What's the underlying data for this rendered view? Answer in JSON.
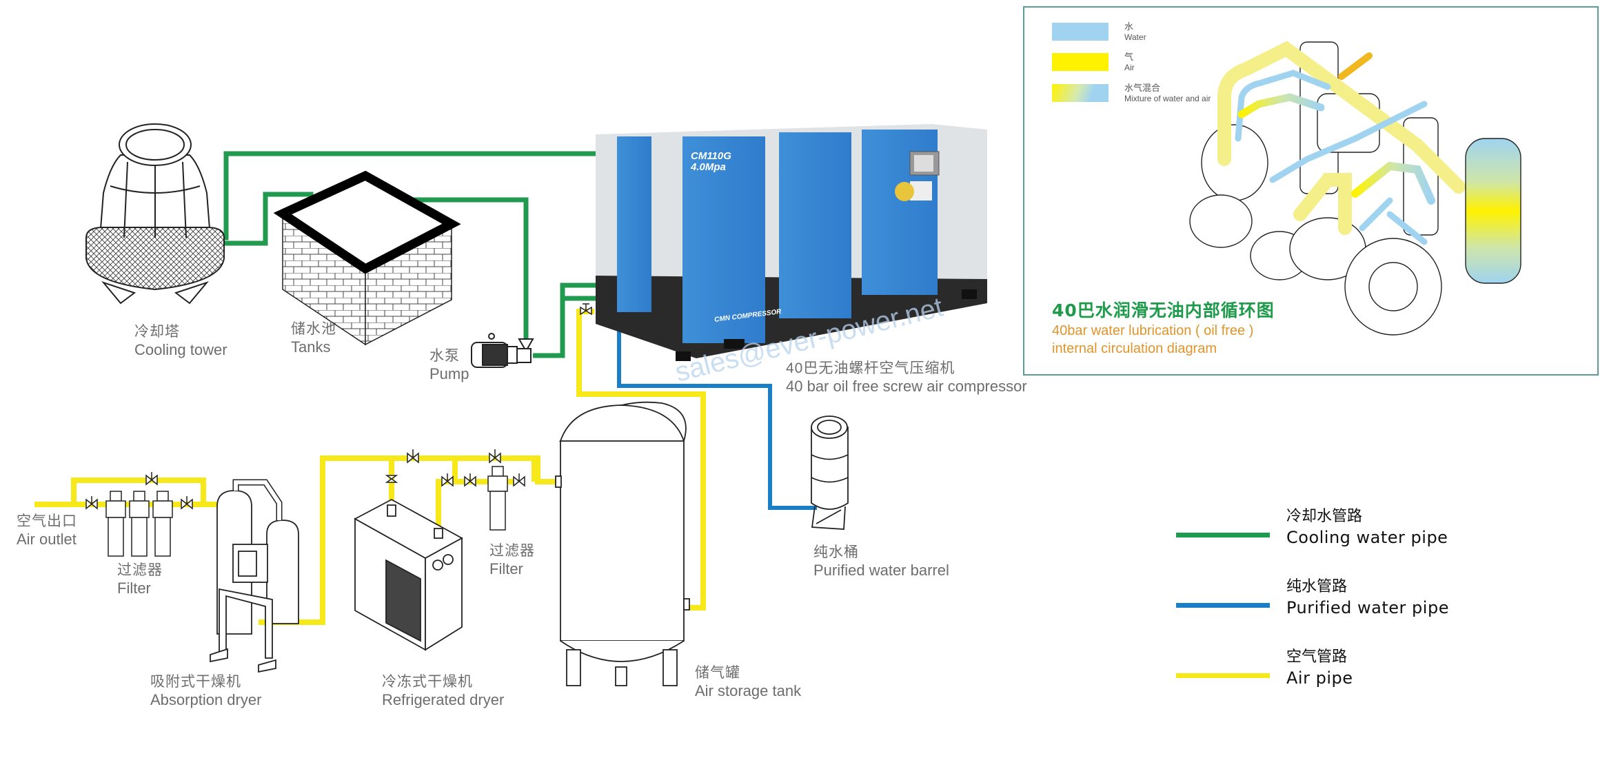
{
  "components": {
    "cooling_tower": {
      "zh": "冷却塔",
      "en": "Cooling tower"
    },
    "tanks": {
      "zh": "储水池",
      "en": "Tanks"
    },
    "pump": {
      "zh": "水泵",
      "en": "Pump"
    },
    "compressor": {
      "zh": "40巴无油螺杆空气压缩机",
      "en": "40 bar oil free screw air compressor",
      "model": "CM110G",
      "pressure": "4.0Mpa",
      "brand": "CMN COMPRESSOR"
    },
    "air_outlet": {
      "zh": "空气出口",
      "en": "Air outlet"
    },
    "filter_left": {
      "zh": "过滤器",
      "en": "Filter"
    },
    "absorption_dryer": {
      "zh": "吸附式干燥机",
      "en": "Absorption dryer"
    },
    "refrigerated_dryer": {
      "zh": "冷冻式干燥机",
      "en": "Refrigerated dryer"
    },
    "filter_right": {
      "zh": "过滤器",
      "en": "Filter"
    },
    "air_storage_tank": {
      "zh": "储气罐",
      "en": "Air storage tank"
    },
    "purified_water_barrel": {
      "zh": "纯水桶",
      "en": "Purified water barrel"
    }
  },
  "legend": [
    {
      "zh": "冷却水管路",
      "en": "Cooling water pipe",
      "color": "#1f9a4e"
    },
    {
      "zh": "纯水管路",
      "en": "Purified water pipe",
      "color": "#1a7fc4"
    },
    {
      "zh": "空气管路",
      "en": "Air pipe",
      "color": "#f7e81a"
    }
  ],
  "inset": {
    "key": [
      {
        "zh": "水",
        "en": "Water",
        "color": "#9fd3f0"
      },
      {
        "zh": "气",
        "en": "Air",
        "color": "#fff200"
      },
      {
        "zh": "水气混合",
        "en": "Mixture of water and air",
        "color": "gradient"
      }
    ],
    "title_zh": "40巴水润滑无油内部循环图",
    "title_en_line1": "40bar water lubrication ( oil free )",
    "title_en_line2": "internal circulation diagram"
  },
  "watermark": "sales@ever-power.net"
}
